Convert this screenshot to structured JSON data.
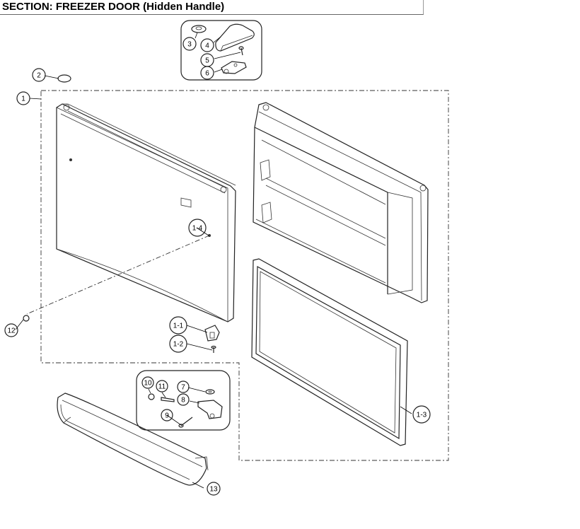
{
  "header": {
    "title": "SECTION: FREEZER DOOR (Hidden Handle)"
  },
  "callouts": {
    "c1": "1",
    "c1_1": "1-1",
    "c1_2": "1-2",
    "c1_3": "1-3",
    "c1_4": "1-4",
    "c2": "2",
    "c3": "3",
    "c4": "4",
    "c5": "5",
    "c6": "6",
    "c7": "7",
    "c8": "8",
    "c9": "9",
    "c10": "10",
    "c11": "11",
    "c12": "12",
    "c13": "13"
  }
}
